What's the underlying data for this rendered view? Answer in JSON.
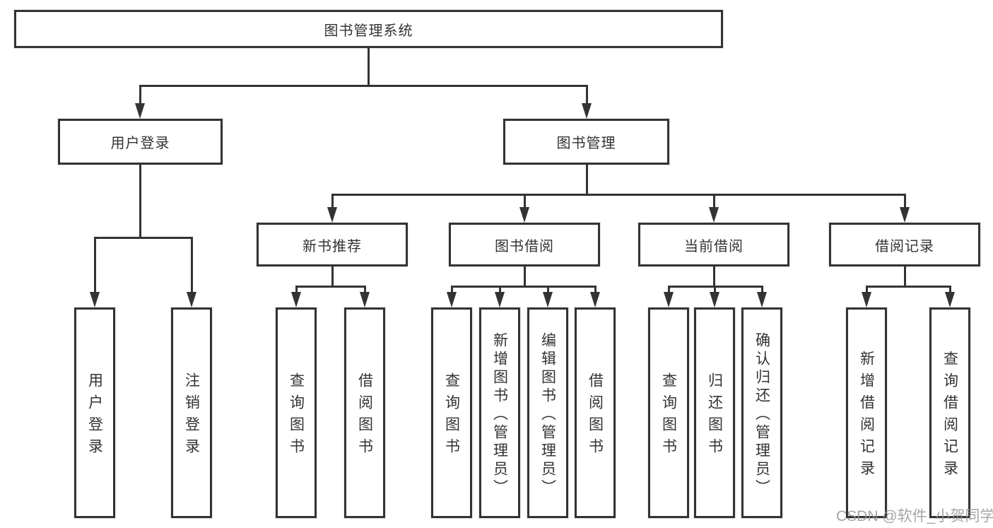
{
  "diagram": {
    "root": "图书管理系统",
    "level2": {
      "user_login": "用户登录",
      "book_mgmt": "图书管理"
    },
    "level3": {
      "new_book_rec": "新书推荐",
      "book_borrow": "图书借阅",
      "current_borrow": "当前借阅",
      "borrow_record": "借阅记录"
    },
    "leaves": {
      "user_login_1": "用户登录",
      "user_login_2": "注销登录",
      "rec_1": "查询图书",
      "rec_2": "借阅图书",
      "borrow_1": "查询图书",
      "borrow_2": "新增图书（管理员）",
      "borrow_3": "编辑图书（管理员）",
      "borrow_4": "借阅图书",
      "current_1": "查询图书",
      "current_2": "归还图书",
      "current_3": "确认归还（管理员）",
      "record_1": "新增借阅记录",
      "record_2": "查询借阅记录"
    }
  },
  "watermark": "CSDN @软件_小贺同学",
  "colors": {
    "line": "#333333",
    "background": "#ffffff",
    "watermark_gray": "#969696"
  }
}
